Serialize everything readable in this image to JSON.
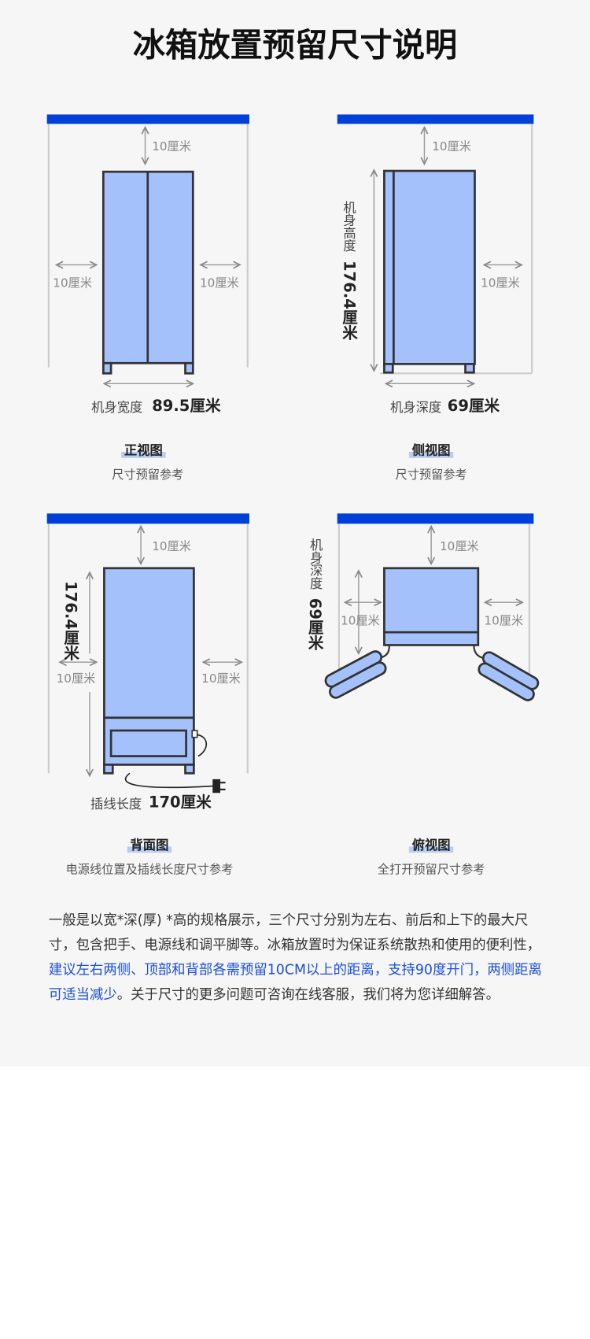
{
  "title": "冰箱放置预留尺寸说明",
  "gap_label": "10厘米",
  "front": {
    "width_label": "机身宽度",
    "width_value": "89.5厘米",
    "caption": "正视图",
    "sub": "尺寸预留参考"
  },
  "side": {
    "height_label": "机身高度",
    "height_value": "176.4厘米",
    "depth_label": "机身深度",
    "depth_value": "69厘米",
    "caption": "侧视图",
    "sub": "尺寸预留参考"
  },
  "back": {
    "height_value": "176.4厘米",
    "cord_label": "插线长度",
    "cord_value": "170厘米",
    "caption": "背面图",
    "sub": "电源线位置及插线长度尺寸参考"
  },
  "top": {
    "depth_label": "机身深度",
    "depth_value": "69厘米",
    "caption": "俯视图",
    "sub": "全打开预留尺寸参考"
  },
  "paragraph": {
    "part1": "一般是以宽*深(厚) *高的规格展示，三个尺寸分别为左右、前后和上下的最大尺寸，包含把手、电源线和调平脚等。冰箱放置时为保证系统散热和使用的便利性，",
    "highlight": "建议左右两侧、顶部和背部各需预留10CM以上的距离，支持90度开门，两侧距离可适当减少",
    "part2": "。关于尺寸的更多问题可咨询在线客服，我们将为您详细解答。"
  },
  "colors": {
    "wall": "#0040d8",
    "fridge": "#a4c1fb",
    "outline": "#333333",
    "link": "#1a4fe0"
  }
}
